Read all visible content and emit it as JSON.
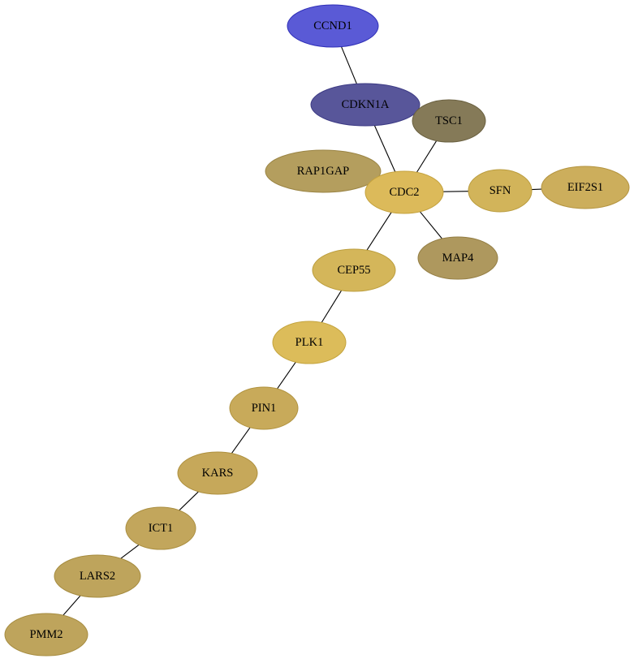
{
  "graph": {
    "nodes": [
      {
        "id": "CCND1",
        "label": "CCND1",
        "color": "#5a5ad6",
        "stroke": "#3030b8"
      },
      {
        "id": "CDKN1A",
        "label": "CDKN1A",
        "color": "#58569a",
        "stroke": "#3c3a84"
      },
      {
        "id": "TSC1",
        "label": "TSC1",
        "color": "#857a58",
        "stroke": "#6a6040"
      },
      {
        "id": "RAP1GAP",
        "label": "RAP1GAP",
        "color": "#b49e5e",
        "stroke": "#9a8444"
      },
      {
        "id": "CDC2",
        "label": "CDC2",
        "color": "#dcba5a",
        "stroke": "#c4a23e"
      },
      {
        "id": "SFN",
        "label": "SFN",
        "color": "#d2b45a",
        "stroke": "#ba9c3e"
      },
      {
        "id": "EIF2S1",
        "label": "EIF2S1",
        "color": "#ccae5c",
        "stroke": "#b49440"
      },
      {
        "id": "MAP4",
        "label": "MAP4",
        "color": "#ae985e",
        "stroke": "#947e44"
      },
      {
        "id": "CEP55",
        "label": "CEP55",
        "color": "#d4b65a",
        "stroke": "#bc9e3e"
      },
      {
        "id": "PLK1",
        "label": "PLK1",
        "color": "#dcbc5a",
        "stroke": "#c4a43e"
      },
      {
        "id": "PIN1",
        "label": "PIN1",
        "color": "#c8aa5a",
        "stroke": "#b0923e"
      },
      {
        "id": "KARS",
        "label": "KARS",
        "color": "#c6a85a",
        "stroke": "#ae903e"
      },
      {
        "id": "ICT1",
        "label": "ICT1",
        "color": "#c2a65c",
        "stroke": "#aa8e40"
      },
      {
        "id": "LARS2",
        "label": "LARS2",
        "color": "#bea45c",
        "stroke": "#a68c40"
      },
      {
        "id": "PMM2",
        "label": "PMM2",
        "color": "#bea45c",
        "stroke": "#a68c40"
      }
    ],
    "edges": [
      {
        "source": "CCND1",
        "target": "CDKN1A"
      },
      {
        "source": "CDKN1A",
        "target": "CDC2"
      },
      {
        "source": "TSC1",
        "target": "CDC2"
      },
      {
        "source": "CDC2",
        "target": "SFN"
      },
      {
        "source": "SFN",
        "target": "EIF2S1"
      },
      {
        "source": "CDC2",
        "target": "MAP4"
      },
      {
        "source": "CDC2",
        "target": "CEP55"
      },
      {
        "source": "CEP55",
        "target": "PLK1"
      },
      {
        "source": "PLK1",
        "target": "PIN1"
      },
      {
        "source": "PIN1",
        "target": "KARS"
      },
      {
        "source": "KARS",
        "target": "ICT1"
      },
      {
        "source": "ICT1",
        "target": "LARS2"
      },
      {
        "source": "LARS2",
        "target": "PMM2"
      }
    ]
  }
}
